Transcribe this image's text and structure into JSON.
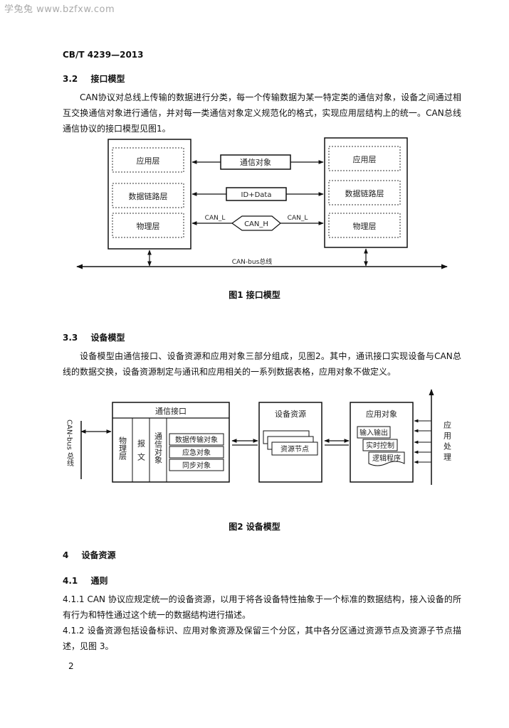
{
  "watermark": "学兔兔 www.bzfxw.com",
  "standard_code": "CB/T 4239—2013",
  "sections": {
    "s32": {
      "number": "3.2",
      "title": "接口模型"
    },
    "s33": {
      "number": "3.3",
      "title": "设备模型"
    },
    "s4": {
      "number": "4",
      "title": "设备资源"
    },
    "s41": {
      "number": "4.1",
      "title": "通则"
    }
  },
  "paragraphs": {
    "p32": "CAN协议对总线上传输的数据进行分类，每一个传输数据为某一特定类的通信对象，设备之间通过相互交换通信对象进行通信，并对每一类通信对象定义规范化的格式，实现应用层结构上的统一。CAN总线通信协议的接口模型见图1。",
    "p33": "设备模型由通信接口、设备资源和应用对象三部分组成，见图2。其中，通讯接口实现设备与CAN总线的数据交换，设备资源制定与通讯和应用相关的一系列数据表格，应用对象不做定义。",
    "p411": "4.1.1  CAN 协议应规定统一的设备资源，以用于将各设备特性抽象于一个标准的数据结构，接入设备的所有行为和特性通过这个统一的数据结构进行描述。",
    "p412": "4.1.2  设备资源包括设备标识、应用对象资源及保留三个分区，其中各分区通过资源节点及资源子节点描述，见图 3。"
  },
  "figure1": {
    "caption": "图1  接口模型",
    "left_layers": [
      "应用层",
      "数据链路层",
      "物理层"
    ],
    "right_layers": [
      "应用层",
      "数据链路层",
      "物理层"
    ],
    "link_labels": [
      "通信对象",
      "ID+Data"
    ],
    "can_h": "CAN_H",
    "can_l_left": "CAN_L",
    "can_l_right": "CAN_L",
    "bus_label": "CAN-bus总线"
  },
  "figure2": {
    "caption": "图2  设备模型",
    "bus_label": "CAN-bus 总线",
    "comm_interface": "通信接口",
    "physical_layer": "物理层",
    "message": "报文",
    "comm_object": "通信对象",
    "comm_objects": [
      "数据传输对象",
      "应急对象",
      "同步对象"
    ],
    "device_resource": "设备资源",
    "resource_node": "资源节点",
    "app_object": "应用对象",
    "app_items": [
      "输入输出",
      "实时控制",
      "逻辑程序"
    ],
    "app_processing": "应用处理"
  },
  "page_number": "2"
}
